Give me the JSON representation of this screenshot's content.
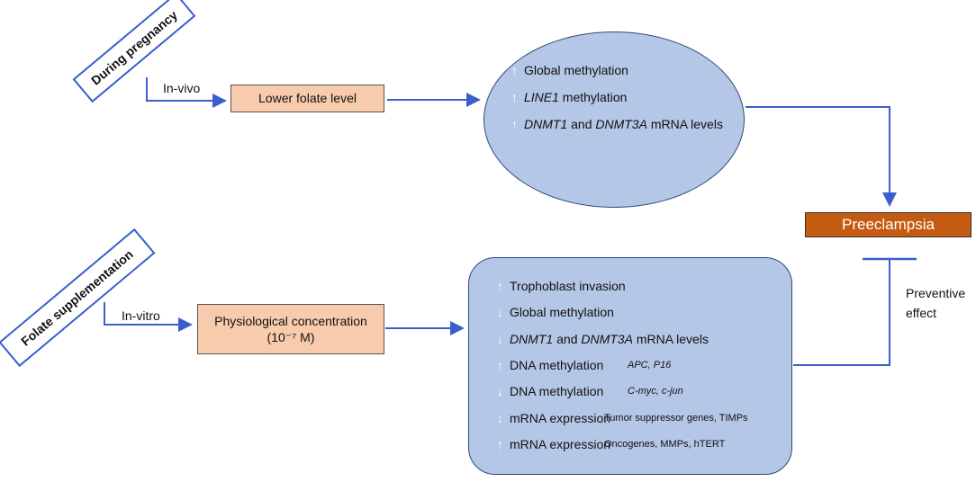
{
  "top": {
    "rotated_label": "During pregnancy",
    "method_label": "In-vivo",
    "box_label": "Lower folate level",
    "effects": [
      {
        "direction": "up",
        "arrow_glyph": "↑",
        "parts": [
          {
            "text": "Global methylation",
            "italic": false
          }
        ],
        "note": "",
        "note_italic": false
      },
      {
        "direction": "up",
        "arrow_glyph": "↑",
        "parts": [
          {
            "text": "LINE1",
            "italic": true
          },
          {
            "text": " methylation",
            "italic": false
          }
        ],
        "note": "",
        "note_italic": false
      },
      {
        "direction": "up",
        "arrow_glyph": "↑",
        "parts": [
          {
            "text": "DNMT1",
            "italic": true
          },
          {
            "text": " and ",
            "italic": false
          },
          {
            "text": "DNMT3A",
            "italic": true
          },
          {
            "text": " mRNA levels",
            "italic": false
          }
        ],
        "note": "",
        "note_italic": false
      }
    ]
  },
  "outcome": {
    "label": "Preeclampsia",
    "preventive_label_line1": "Preventive",
    "preventive_label_line2": "effect"
  },
  "bottom": {
    "rotated_label": "Folate supplementation",
    "method_label": "In-vitro",
    "box_label_line1": "Physiological concentration",
    "box_label_line2": "(10⁻⁷ M)",
    "effects": [
      {
        "direction": "up",
        "arrow_glyph": "↑",
        "parts": [
          {
            "text": "Trophoblast invasion",
            "italic": false
          }
        ],
        "note": "",
        "note_italic": false
      },
      {
        "direction": "down",
        "arrow_glyph": "↓",
        "parts": [
          {
            "text": "Global methylation",
            "italic": false
          }
        ],
        "note": "",
        "note_italic": false
      },
      {
        "direction": "down",
        "arrow_glyph": "↓",
        "parts": [
          {
            "text": "DNMT1",
            "italic": true
          },
          {
            "text": " and ",
            "italic": false
          },
          {
            "text": "DNMT3A",
            "italic": true
          },
          {
            "text": " mRNA levels",
            "italic": false
          }
        ],
        "note": "",
        "note_italic": false
      },
      {
        "direction": "up",
        "arrow_glyph": "↑",
        "parts": [
          {
            "text": "DNA methylation",
            "italic": false
          }
        ],
        "note": "APC, P16",
        "note_italic": true
      },
      {
        "direction": "down",
        "arrow_glyph": "↓",
        "parts": [
          {
            "text": "DNA methylation",
            "italic": false
          }
        ],
        "note": "C-myc, c-jun",
        "note_italic": true
      },
      {
        "direction": "down",
        "arrow_glyph": "↓",
        "parts": [
          {
            "text": "mRNA expression",
            "italic": false
          }
        ],
        "note": "Tumor suppressor genes, TIMPs",
        "note_italic": false
      },
      {
        "direction": "up",
        "arrow_glyph": "↑",
        "parts": [
          {
            "text": "mRNA expression",
            "italic": false
          }
        ],
        "note": "Oncogenes, MMPs, hTERT",
        "note_italic": false
      }
    ]
  },
  "colors": {
    "connector": "#3a5fcd",
    "peach_box": "#f8cbad",
    "effect_fill": "#b4c7e7",
    "outcome_fill": "#c55a11"
  }
}
